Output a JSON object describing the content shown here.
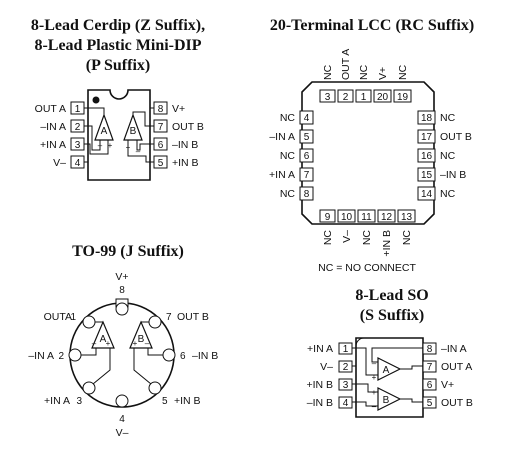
{
  "cerdip": {
    "title_line1": "8-Lead Cerdip (Z Suffix),",
    "title_line2": "8-Lead Plastic Mini-DIP",
    "title_line3": "(P Suffix)",
    "left_pins": [
      {
        "num": "1",
        "label": "OUT A"
      },
      {
        "num": "2",
        "label": "–IN A"
      },
      {
        "num": "3",
        "label": "+IN A"
      },
      {
        "num": "4",
        "label": "V–"
      }
    ],
    "right_pins": [
      {
        "num": "8",
        "label": "V+"
      },
      {
        "num": "7",
        "label": "OUT B"
      },
      {
        "num": "6",
        "label": "–IN B"
      },
      {
        "num": "5",
        "label": "+IN B"
      }
    ],
    "amp_a": "A",
    "amp_b": "B"
  },
  "lcc": {
    "title": "20-Terminal LCC (RC Suffix)",
    "top_pins": [
      {
        "num": "3",
        "label": "NC"
      },
      {
        "num": "2",
        "label": "OUT A"
      },
      {
        "num": "1",
        "label": "NC"
      },
      {
        "num": "20",
        "label": "V+"
      },
      {
        "num": "19",
        "label": "NC"
      }
    ],
    "left_pins": [
      {
        "num": "4",
        "label": "NC"
      },
      {
        "num": "5",
        "label": "–IN A"
      },
      {
        "num": "6",
        "label": "NC"
      },
      {
        "num": "7",
        "label": "+IN A"
      },
      {
        "num": "8",
        "label": "NC"
      }
    ],
    "right_pins": [
      {
        "num": "18",
        "label": "NC"
      },
      {
        "num": "17",
        "label": "OUT B"
      },
      {
        "num": "16",
        "label": "NC"
      },
      {
        "num": "15",
        "label": "–IN B"
      },
      {
        "num": "14",
        "label": "NC"
      }
    ],
    "bottom_pins": [
      {
        "num": "9",
        "label": "NC"
      },
      {
        "num": "10",
        "label": "V–"
      },
      {
        "num": "11",
        "label": "NC"
      },
      {
        "num": "12",
        "label": "+IN B"
      },
      {
        "num": "13",
        "label": "NC"
      }
    ],
    "note": "NC = NO CONNECT"
  },
  "to99": {
    "title": "TO-99 (J Suffix)",
    "pins": [
      {
        "num": "8",
        "label": "V+"
      },
      {
        "num": "7",
        "label": "OUT B"
      },
      {
        "num": "6",
        "label": "–IN B"
      },
      {
        "num": "5",
        "label": "+IN B"
      },
      {
        "num": "4",
        "label": "V–"
      },
      {
        "num": "3",
        "label": "+IN A"
      },
      {
        "num": "2",
        "label": "–IN A"
      },
      {
        "num": "1",
        "label": "OUTA"
      }
    ],
    "amp_a": "A",
    "amp_b": "B"
  },
  "so": {
    "title_line1": "8-Lead SO",
    "title_line2": "(S Suffix)",
    "left_pins": [
      {
        "num": "1",
        "label": "+IN A"
      },
      {
        "num": "2",
        "label": "V–"
      },
      {
        "num": "3",
        "label": "+IN B"
      },
      {
        "num": "4",
        "label": "–IN B"
      }
    ],
    "right_pins": [
      {
        "num": "8",
        "label": "–IN A"
      },
      {
        "num": "7",
        "label": "OUT A"
      },
      {
        "num": "6",
        "label": "V+"
      },
      {
        "num": "5",
        "label": "OUT B"
      }
    ],
    "amp_a": "A",
    "amp_b": "B"
  }
}
